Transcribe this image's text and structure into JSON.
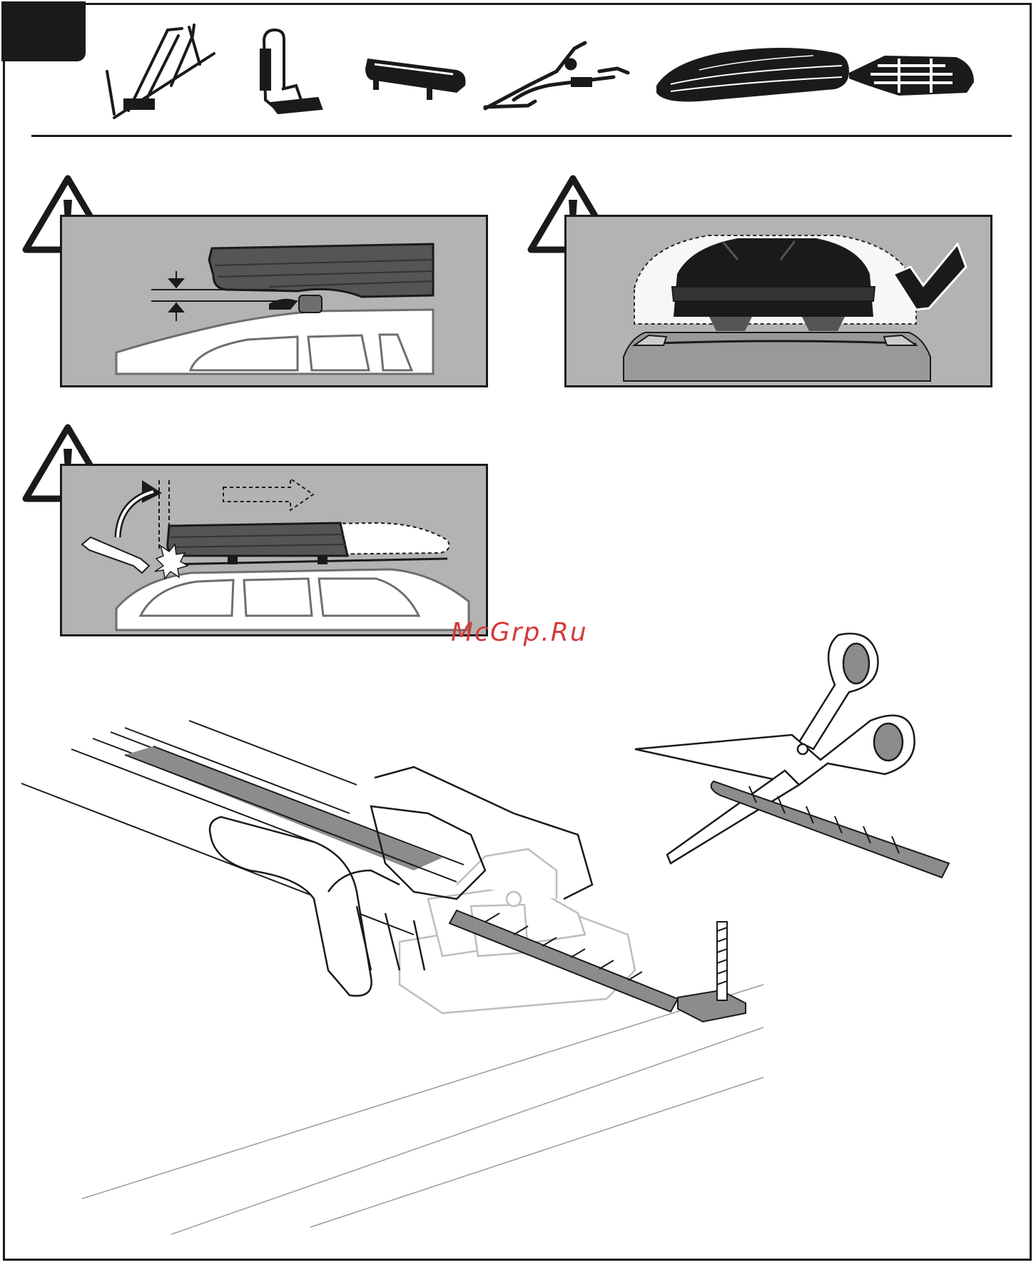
{
  "watermark": {
    "text": "McGrp.Ru"
  },
  "accessories": [
    "bike-carrier",
    "kayak-carrier",
    "ski-carrier",
    "bike-carrier-fork",
    "roof-box",
    "roof-basket"
  ],
  "colors": {
    "ink": "#1a1a1a",
    "panel_gray": "#b3b3b3",
    "watermark": "#d43a3a",
    "rubber_strip": "#8c8c8c"
  },
  "warnings": [
    {
      "icon": "warning-triangle-icon",
      "topic": "roof-box-clearance-above-roof"
    },
    {
      "icon": "warning-triangle-icon",
      "topic": "roof-box-width-check"
    },
    {
      "icon": "warning-triangle-icon",
      "topic": "tailgate-clearance-box-position"
    }
  ],
  "main_illustration": {
    "parts": [
      "roof-bar",
      "foot",
      "rubber-strip",
      "t-bolt",
      "scissors"
    ]
  }
}
